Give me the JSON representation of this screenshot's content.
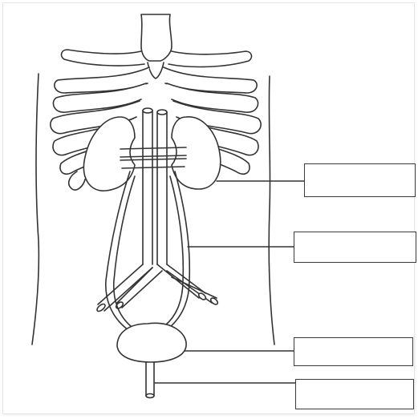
{
  "diagram": {
    "kind": "urinary system worksheet",
    "line_color": "#333333",
    "fill_color": "#ffffff",
    "label_boxes": [
      {
        "id": "box-1",
        "text": "",
        "points_to": "kidney"
      },
      {
        "id": "box-2",
        "text": "",
        "points_to": "ureter"
      },
      {
        "id": "box-3",
        "text": "",
        "points_to": "bladder"
      },
      {
        "id": "box-4",
        "text": "",
        "points_to": "urethra"
      }
    ]
  }
}
